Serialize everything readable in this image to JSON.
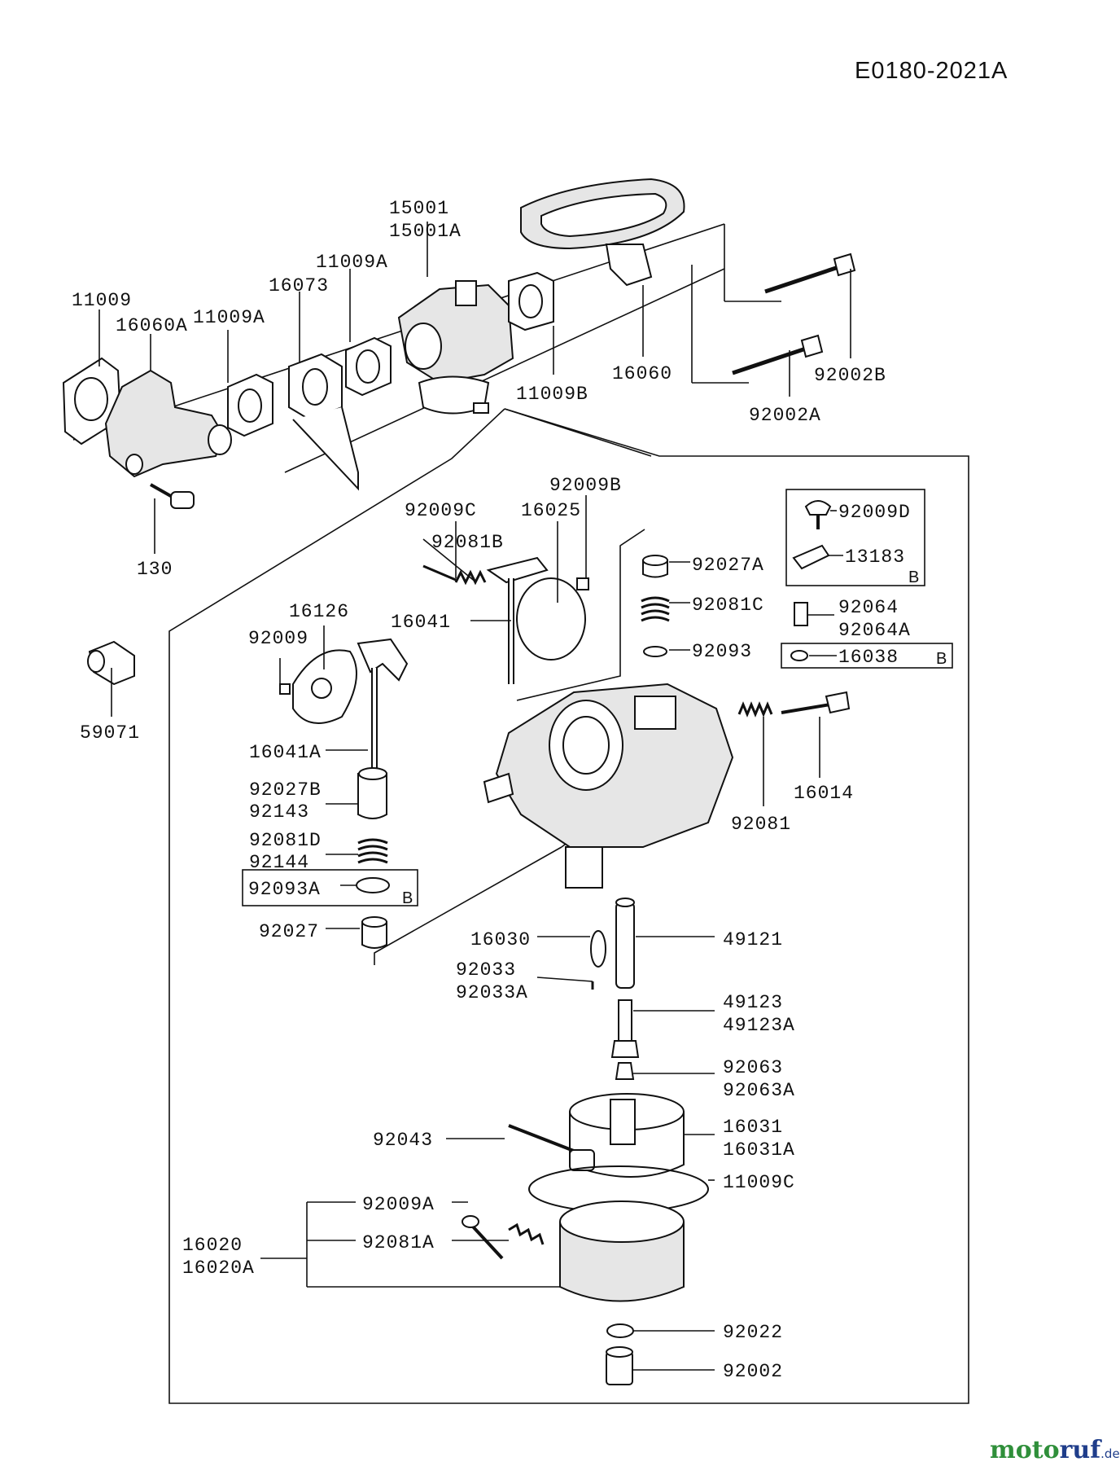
{
  "diagram_code": "E0180-2021A",
  "brand": {
    "part1": "moto",
    "part2": "ruf",
    "suffix": ".de"
  },
  "box_marker": "B",
  "labels": {
    "p15001": "15001",
    "p15001A": "15001A",
    "p11009A_top": "11009A",
    "p16073": "16073",
    "p11009": "11009",
    "p16060A": "16060A",
    "p11009A_left": "11009A",
    "p11009B": "11009B",
    "p16060": "16060",
    "p92002B": "92002B",
    "p92002A": "92002A",
    "p130": "130",
    "p59071": "59071",
    "p92009B": "92009B",
    "p92009C": "92009C",
    "p16025": "16025",
    "p92081B": "92081B",
    "p16041": "16041",
    "p16126": "16126",
    "p92009": "92009",
    "p16041A": "16041A",
    "p92027B": "92027B",
    "p92143": "92143",
    "p92081D": "92081D",
    "p92144": "92144",
    "p92093A": "92093A",
    "p92027": "92027",
    "p92027A": "92027A",
    "p92081C": "92081C",
    "p92093": "92093",
    "p92009D": "92009D",
    "p13183": "13183",
    "p92064": "92064",
    "p92064A": "92064A",
    "p16038": "16038",
    "p16014": "16014",
    "p92081": "92081",
    "p16030": "16030",
    "p49121": "49121",
    "p92033": "92033",
    "p92033A": "92033A",
    "p49123": "49123",
    "p49123A": "49123A",
    "p92063": "92063",
    "p92063A": "92063A",
    "p92043": "92043",
    "p16031": "16031",
    "p16031A": "16031A",
    "p11009C": "11009C",
    "p92009A": "92009A",
    "p92081A": "92081A",
    "p16020": "16020",
    "p16020A": "16020A",
    "p92022": "92022",
    "p92002": "92002"
  }
}
